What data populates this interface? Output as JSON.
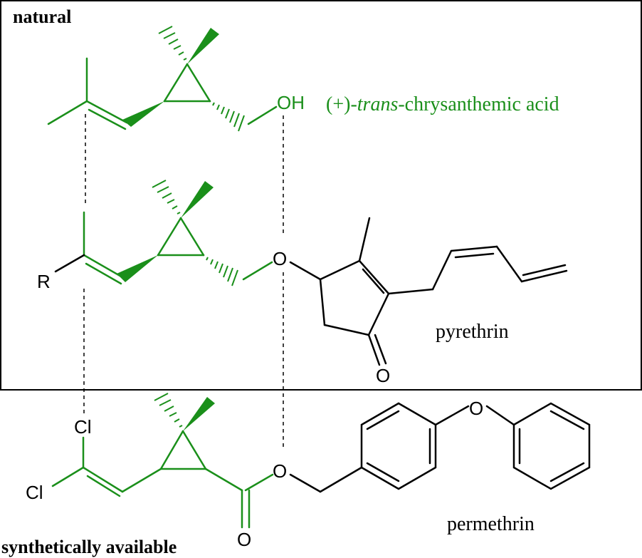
{
  "colors": {
    "natural": "#1a8f1a",
    "black": "#000000",
    "frame": "#000000"
  },
  "headings": {
    "natural": "natural",
    "synthetic": "synthetically available"
  },
  "compounds": {
    "acid": {
      "name_prefix": "(+)-",
      "name_italic": "trans",
      "name_suffix": "-chrysanthemic acid"
    },
    "pyrethrin": {
      "name": "pyrethrin"
    },
    "permethrin": {
      "name": "permethrin"
    }
  },
  "atoms": {
    "oh": "OH",
    "r": "R",
    "o_ether_pyrethrin": "O",
    "o_carbonyl_pyrethrin": "O",
    "cl_top": "Cl",
    "cl_bottom": "Cl",
    "o_ester_permethrin": "O",
    "o_carbonyl_permethrin": "O",
    "o_diphenyl_ether": "O"
  }
}
